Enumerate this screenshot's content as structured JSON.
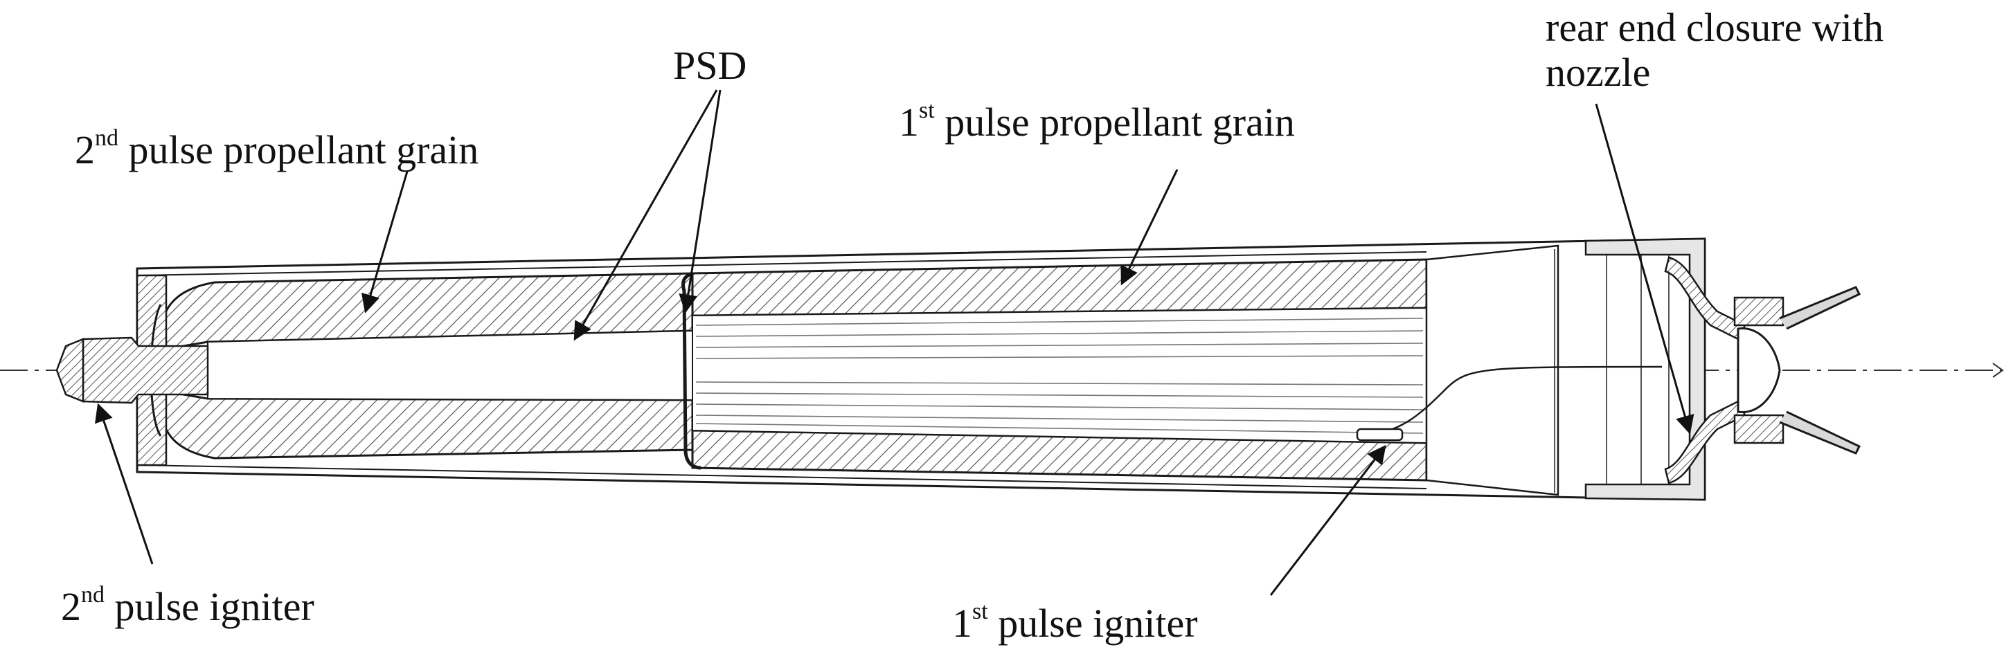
{
  "diagram": {
    "labels": {
      "psd": {
        "text": "PSD"
      },
      "second_grain": {
        "num": "2",
        "sup": "nd",
        "text": "pulse propellant grain"
      },
      "first_grain": {
        "num": "1",
        "sup": "st",
        "text": "pulse propellant grain"
      },
      "rear_closure": {
        "line1": "rear end closure with",
        "line2": "nozzle"
      },
      "second_igniter": {
        "num": "2",
        "sup": "nd",
        "text": "pulse igniter"
      },
      "first_igniter": {
        "num": "1",
        "sup": "st",
        "text": "pulse igniter"
      }
    },
    "colors": {
      "stroke": "#1a1a1a",
      "hatch": "#444444",
      "closure_fill": "#e6e6e6",
      "background": "#ffffff"
    }
  }
}
